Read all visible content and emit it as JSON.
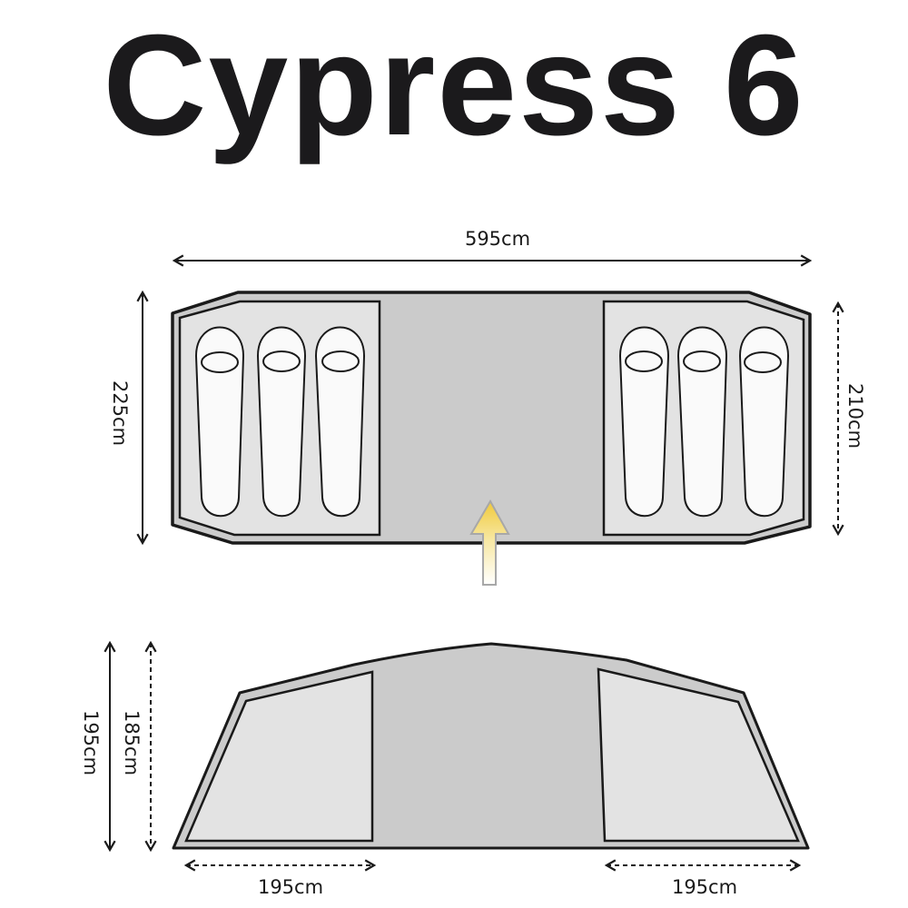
{
  "title": "Cypress 6",
  "colors": {
    "outline": "#1a1a1a",
    "outer_wall": "#c8c8c8",
    "living_area": "#cbcbcb",
    "bedroom": "#e3e3e3",
    "sleeping_bag": "#fafafa",
    "arrow_top": "#f0c93a",
    "arrow_bottom": "#ffffff",
    "arrow_stroke": "#a8a8a8"
  },
  "floor_plan": {
    "length_label": "595cm",
    "outer_width_label": "225cm",
    "inner_width_label": "210cm",
    "left_bedroom_sleepers": 3,
    "right_bedroom_sleepers": 3,
    "entrance_arrow": "entrance-arrow"
  },
  "side_elevation": {
    "peak_height_label": "195cm",
    "inner_height_label": "185cm",
    "left_bedroom_length_label": "195cm",
    "right_bedroom_length_label": "195cm"
  }
}
